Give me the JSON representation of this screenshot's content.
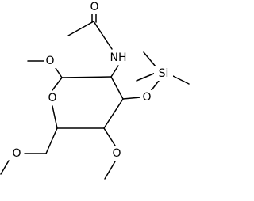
{
  "molecule": {
    "atoms": {
      "carbonyl_oxygen": "O",
      "amide_nitrogen": "NH",
      "anomeric_methoxy_oxygen": "O",
      "ring_oxygen": "O",
      "silyl_ether_oxygen": "O",
      "silicon": "Si",
      "c4_methoxy_oxygen": "O",
      "c6_methoxy_oxygen": "O"
    },
    "colors": {
      "bonds": "#000000",
      "labels": "#000000",
      "background": "#ffffff"
    }
  }
}
